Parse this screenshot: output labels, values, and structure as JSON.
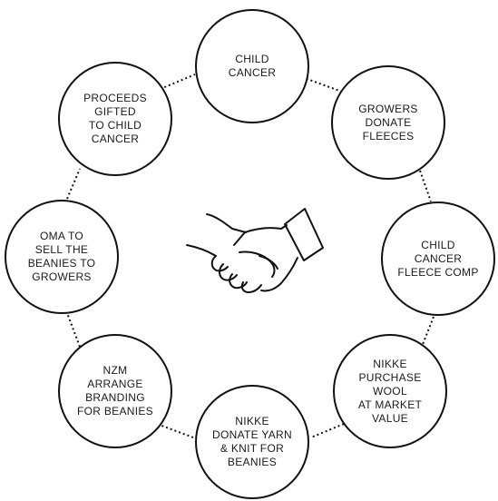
{
  "nodes": [
    {
      "id": "child-cancer",
      "label": "CHILD\nCANCER"
    },
    {
      "id": "growers-donate",
      "label": "GROWERS\nDONATE\nFLEECES"
    },
    {
      "id": "fleece-comp",
      "label": "CHILD\nCANCER\nFLEECE COMP"
    },
    {
      "id": "nikke-purchase",
      "label": "NIKKE\nPURCHASE\nWOOL\nAT MARKET\nVALUE"
    },
    {
      "id": "nikke-donate",
      "label": "NIKKE\nDONATE YARN\n& KNIT FOR\nBEANIES"
    },
    {
      "id": "nzm-branding",
      "label": "NZM\nARRANGE\nBRANDING\nFOR BEANIES"
    },
    {
      "id": "oma-sell",
      "label": "OMA TO\nSELL THE\nBEANIES TO\nGROWERS"
    },
    {
      "id": "proceeds",
      "label": "PROCEEDS\nGIFTED\nTO CHILD\nCANCER"
    }
  ],
  "center_icon": "handshake-icon",
  "colors": {
    "stroke": "#111111",
    "background": "#ffffff"
  }
}
